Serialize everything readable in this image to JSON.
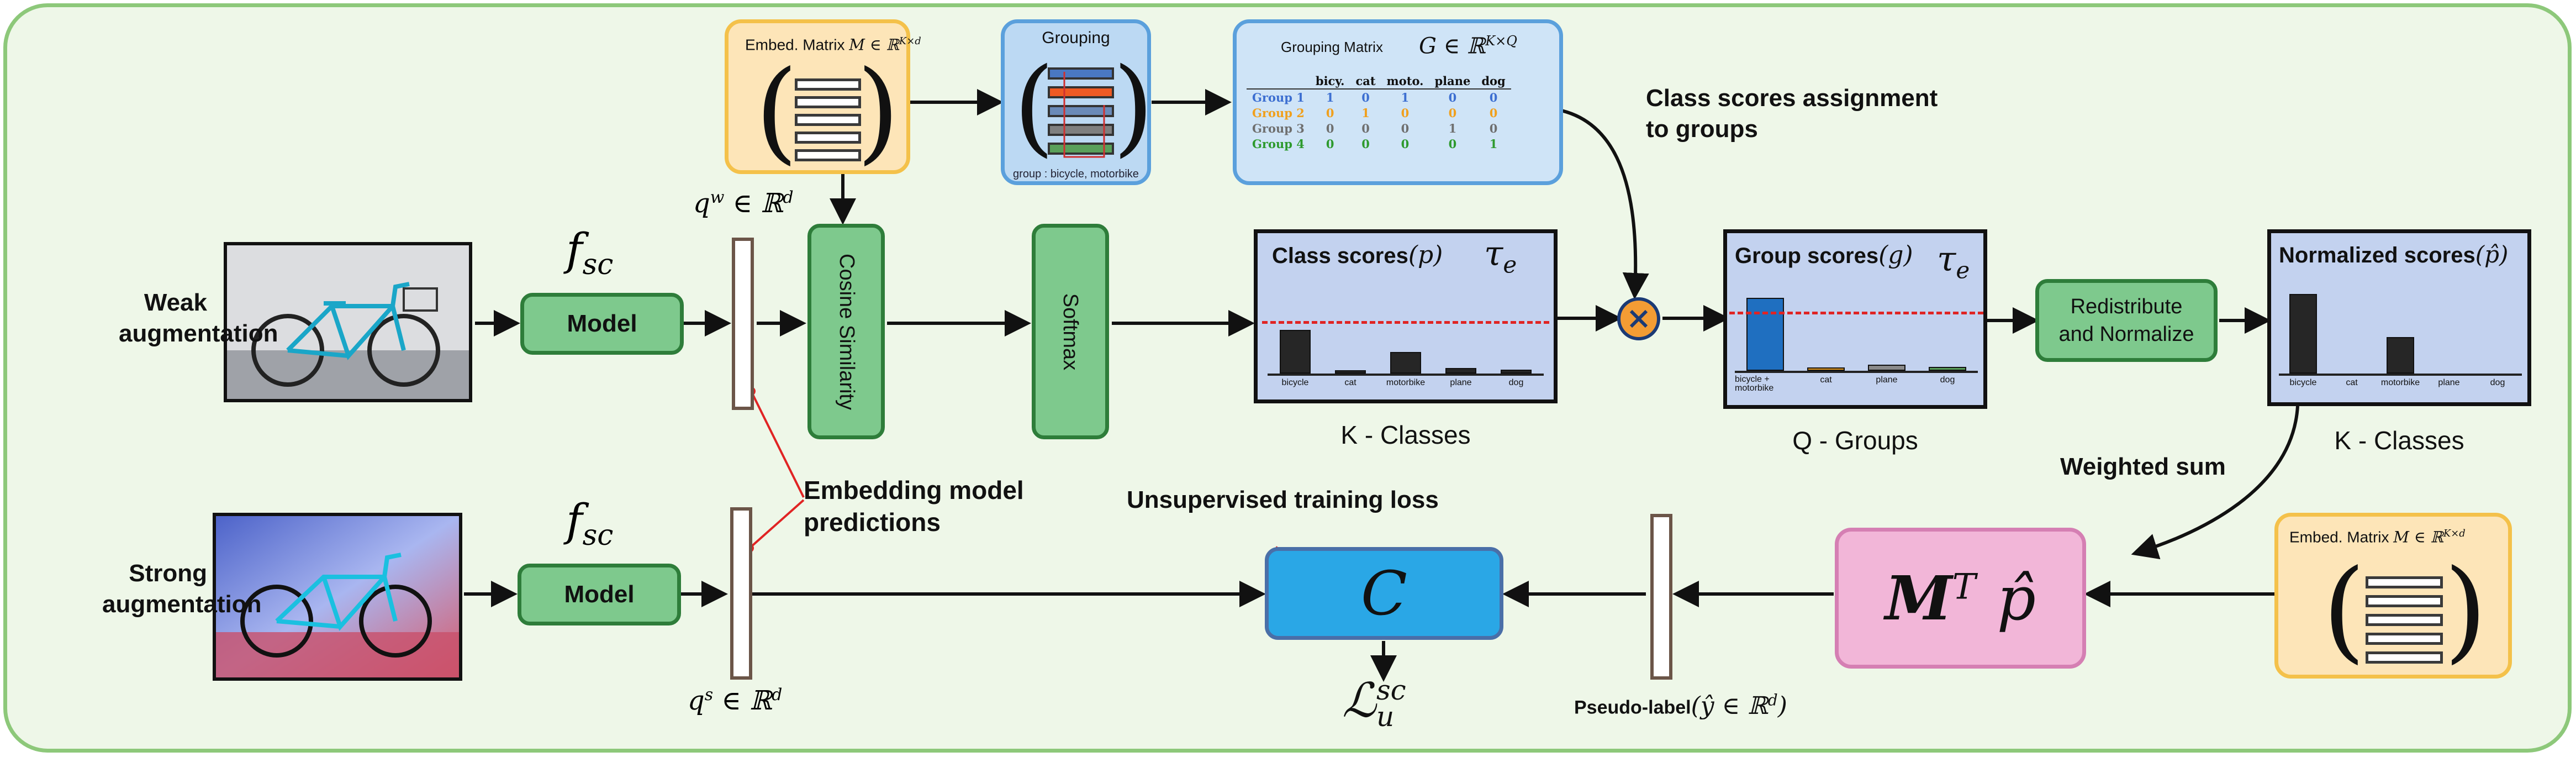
{
  "weak_label": "Weak\naugmentation",
  "strong_label": "Strong\naugmentation",
  "fsc": "f",
  "fsc_sub": "sc",
  "model_label": "Model",
  "qw": "q",
  "qw_sup": "w",
  "qw_rest": " ∈ ℝ",
  "qw_dim": "d",
  "qs": "q",
  "qs_sup": "s",
  "qs_rest": " ∈ ℝ",
  "qs_dim": "d",
  "cosine_label": "Cosine Similarity",
  "softmax_label": "Softmax",
  "embed_matrix_label": "Embed. Matrix",
  "embed_matrix_math": "M ∈ ℝ",
  "embed_matrix_sup": "K×d",
  "grouping": {
    "title": "Grouping",
    "caption": "group : bicycle, motorbike",
    "bar_colors": [
      "#4a78c2",
      "#ee5a24",
      "#6a8ab8",
      "#7f7f7f",
      "#5aa05a"
    ]
  },
  "grouping_matrix": {
    "title": "Grouping Matrix",
    "math": "G ∈ ℝ",
    "math_sup": "K×Q",
    "columns": [
      "bicy.",
      "cat",
      "moto.",
      "plane",
      "dog"
    ],
    "rows": [
      {
        "name": "Group 1",
        "color": "#3d6fd1",
        "values": [
          "1",
          "0",
          "1",
          "0",
          "0"
        ]
      },
      {
        "name": "Group 2",
        "color": "#f0a01e",
        "values": [
          "0",
          "1",
          "0",
          "0",
          "0"
        ]
      },
      {
        "name": "Group 3",
        "color": "#6f6f6f",
        "values": [
          "0",
          "0",
          "0",
          "1",
          "0"
        ]
      },
      {
        "name": "Group 4",
        "color": "#2e9a2e",
        "values": [
          "0",
          "0",
          "0",
          "0",
          "1"
        ]
      }
    ]
  },
  "assign_label": "Class scores assignment\nto groups",
  "class_scores": {
    "title": "Class scores",
    "math": "(p)",
    "tau": "τ",
    "tau_sub": "e",
    "caption": "K - Classes"
  },
  "group_scores": {
    "title": "Group scores",
    "math": "(g)",
    "tau": "τ",
    "tau_sub": "e",
    "caption": "Q - Groups"
  },
  "normalized_scores": {
    "title": "Normalized scores",
    "math": "(p̂)",
    "caption": "K - Classes"
  },
  "redistribute_label": "Redistribute\nand Normalize",
  "weighted_sum_label": "Weighted sum",
  "mtp_label": "M",
  "mtp_sup": "T",
  "mtp_rest": "p̂",
  "embed_matrix2_label": "Embed. Matrix",
  "embed_matrix2_math": "M ∈ ℝ",
  "embed_matrix2_sup": "K×d",
  "pseudo_label": "Pseudo-label",
  "pseudo_math": "(ŷ ∈ ℝ",
  "pseudo_sup": "d",
  "pseudo_close": ")",
  "c_label": "C",
  "loss_label": "Unsupervised training loss",
  "loss_math": "ℒ",
  "loss_sup": "sc",
  "loss_sub": "u",
  "embedding_pred_label": "Embedding model\npredictions",
  "chart_data": [
    {
      "type": "bar",
      "title": "Class scores (p)",
      "categories": [
        "bicycle",
        "cat",
        "motorbike",
        "plane",
        "dog"
      ],
      "values": [
        0.48,
        0.02,
        0.24,
        0.06,
        0.04
      ],
      "threshold": 0.58,
      "ylim": [
        0,
        1
      ],
      "colors": [
        "#262626",
        "#262626",
        "#262626",
        "#262626",
        "#262626"
      ]
    },
    {
      "type": "bar",
      "title": "Group scores (g)",
      "categories": [
        "bicycle + motorbike",
        "cat",
        "plane",
        "dog"
      ],
      "values": [
        0.72,
        0.02,
        0.06,
        0.04
      ],
      "threshold": 0.58,
      "ylim": [
        0,
        1
      ],
      "colors": [
        "#1f6fc0",
        "#f0a01e",
        "#8a8a8a",
        "#5aa05a"
      ]
    },
    {
      "type": "bar",
      "title": "Normalized scores (p̂)",
      "categories": [
        "bicycle",
        "cat",
        "motorbike",
        "plane",
        "dog"
      ],
      "values": [
        0.78,
        0.0,
        0.36,
        0.0,
        0.0
      ],
      "ylim": [
        0,
        1
      ],
      "colors": [
        "#262626",
        "#262626",
        "#262626",
        "#262626",
        "#262626"
      ]
    }
  ]
}
